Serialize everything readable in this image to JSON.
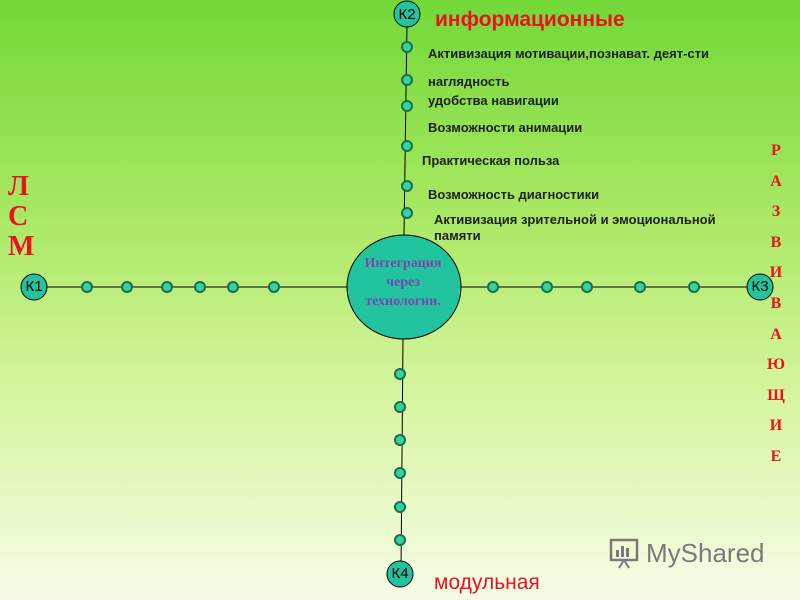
{
  "center": {
    "text_lines": [
      "Интеграция",
      "через",
      "технологии."
    ]
  },
  "nodes": {
    "k1": "К1",
    "k2": "К2",
    "k3": "К3",
    "k4": "К4"
  },
  "categories": {
    "top": "информационные",
    "bottom": "модульная",
    "right_vertical": [
      "Р",
      "А",
      "З",
      "В",
      "И",
      "В",
      "А",
      "Ю",
      "Щ",
      "И",
      "Е"
    ],
    "left_vertical": [
      "Л",
      "С",
      "М"
    ]
  },
  "top_branch_labels": [
    "Активизация мотивации,познават. деят-сти",
    "наглядность",
    "удобства навигации",
    "Возможности анимации",
    "Практическая польза",
    "Возможность диагностики",
    "Активизация зрительной и эмоциональной памяти"
  ],
  "watermark": {
    "text": "MyShared"
  },
  "colors": {
    "node_fill": "#22c4a0",
    "small_node_fill": "#33d39b",
    "line": "#000000",
    "accent_red": "#e8131f",
    "center_text": "#7848b0"
  }
}
